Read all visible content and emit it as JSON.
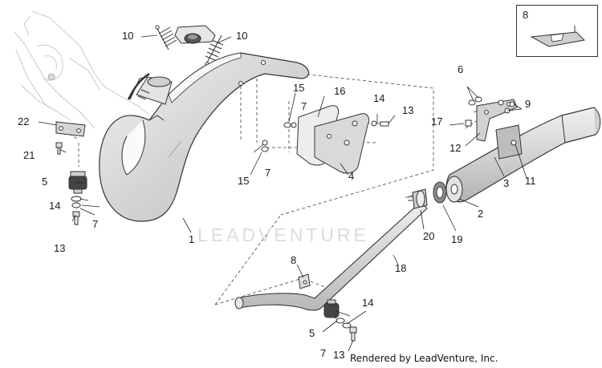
{
  "diagram": {
    "watermark": "LEADVENTURE",
    "credit": "Rendered by LeadVenture, Inc.",
    "inset_label": "8",
    "callouts": [
      {
        "id": "c-1",
        "text": "1"
      },
      {
        "id": "c-2",
        "text": "2"
      },
      {
        "id": "c-3",
        "text": "3"
      },
      {
        "id": "c-4",
        "text": "4"
      },
      {
        "id": "c-5a",
        "text": "5"
      },
      {
        "id": "c-5b",
        "text": "5"
      },
      {
        "id": "c-6",
        "text": "6"
      },
      {
        "id": "c-7a",
        "text": "7"
      },
      {
        "id": "c-7b",
        "text": "7"
      },
      {
        "id": "c-7c",
        "text": "7"
      },
      {
        "id": "c-7d",
        "text": "7"
      },
      {
        "id": "c-8",
        "text": "8"
      },
      {
        "id": "c-9",
        "text": "9"
      },
      {
        "id": "c-10a",
        "text": "10"
      },
      {
        "id": "c-10b",
        "text": "10"
      },
      {
        "id": "c-11",
        "text": "11"
      },
      {
        "id": "c-12",
        "text": "12"
      },
      {
        "id": "c-13a",
        "text": "13"
      },
      {
        "id": "c-13b",
        "text": "13"
      },
      {
        "id": "c-13c",
        "text": "13"
      },
      {
        "id": "c-14a",
        "text": "14"
      },
      {
        "id": "c-14b",
        "text": "14"
      },
      {
        "id": "c-14c",
        "text": "14"
      },
      {
        "id": "c-15a",
        "text": "15"
      },
      {
        "id": "c-15b",
        "text": "15"
      },
      {
        "id": "c-16",
        "text": "16"
      },
      {
        "id": "c-17",
        "text": "17"
      },
      {
        "id": "c-18",
        "text": "18"
      },
      {
        "id": "c-19",
        "text": "19"
      },
      {
        "id": "c-20",
        "text": "20"
      },
      {
        "id": "c-21",
        "text": "21"
      },
      {
        "id": "c-22",
        "text": "22"
      }
    ]
  }
}
